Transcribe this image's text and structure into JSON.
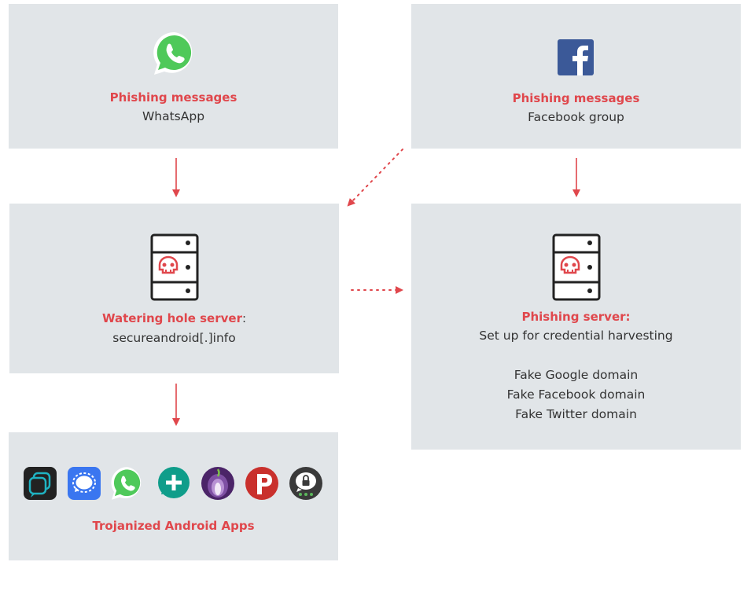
{
  "colors": {
    "accent": "#e0474c",
    "box": "#e1e5e8"
  },
  "boxes": {
    "whatsapp": {
      "title": "Phishing messages",
      "subtitle": "WhatsApp",
      "icon": "whatsapp-icon"
    },
    "facebook": {
      "title": "Phishing messages",
      "subtitle": "Facebook group",
      "icon": "facebook-icon"
    },
    "watering": {
      "title": "Watering hole server",
      "title_suffix": ":",
      "subtitle": "secureandroid[.]info",
      "icon": "malicious-server-icon"
    },
    "phishing_server": {
      "title": "Phishing server:",
      "subtitle": "Set up for credential harvesting",
      "domains": [
        "Fake Google domain",
        "Fake Facebook domain",
        "Fake Twitter domain"
      ],
      "icon": "malicious-server-icon"
    },
    "apps": {
      "title": "Trojanized Android Apps",
      "icons": [
        "threema-icon",
        "signal-icon",
        "whatsapp-icon",
        "telegram-plus-icon",
        "tor-orbot-icon",
        "psiphon-icon",
        "threema-lock-icon"
      ]
    }
  }
}
